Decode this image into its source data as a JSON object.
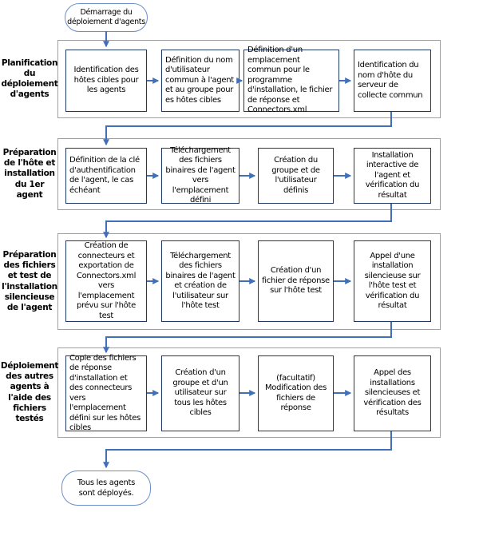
{
  "start_label": "Démarrage du\ndéploiement d'agents",
  "end_label": "Tous les agents\nsont déployés.",
  "phases": [
    {
      "label": "Planification\ndu\ndéploiement\nd'agents",
      "steps": [
        "Identification des hôtes cibles pour les agents",
        "Définition du nom d'utilisateur commun à l'agent et au groupe pour es hôtes cibles",
        "Définition d'un emplacement commun pour le programme d'installation, le fichier de réponse et Connectors.xml",
        "Identification du nom d'hôte du serveur de collecte commun"
      ]
    },
    {
      "label": "Préparation\nde l'hôte et\ninstallation\ndu 1er\nagent",
      "steps": [
        "Définition de la clé d'authentification de l'agent, le cas échéant",
        "Téléchargement des fichiers binaires de l'agent vers l'emplacement défini",
        "Création du groupe et de l'utilisateur définis",
        "Installation interactive de l'agent et vérification du résultat"
      ]
    },
    {
      "label": "Préparation\ndes fichiers\net test de\nl'installation\nsilencieuse\nde l'agent",
      "steps": [
        "Création de connecteurs et exportation de Connectors.xml vers l'emplacement prévu sur l'hôte test",
        "Téléchargement des fichiers binaires de l'agent et création de l'utilisateur sur l'hôte test",
        "Création d'un fichier de réponse sur l'hôte test",
        "Appel d'une installation silencieuse sur l'hôte test et vérification du résultat"
      ]
    },
    {
      "label": "Déploiement\ndes autres\nagents à\nl'aide des\nfichiers\ntestés",
      "steps": [
        "Copie des fichiers de réponse d'installation et des connecteurs vers l'emplacement défini sur les hôtes cibles",
        "Création d'un groupe et d'un utilisateur sur tous les hôtes cibles",
        "(facultatif) Modification des fichiers de réponse",
        "Appel des installations silencieuses et vérification des résultats"
      ]
    }
  ],
  "colors": {
    "box-border": "#1f3864",
    "connector": "#4170b8",
    "oval-border": "#6a8fcb",
    "frame-border": "#a0a0a0",
    "text-color": "#000000"
  }
}
